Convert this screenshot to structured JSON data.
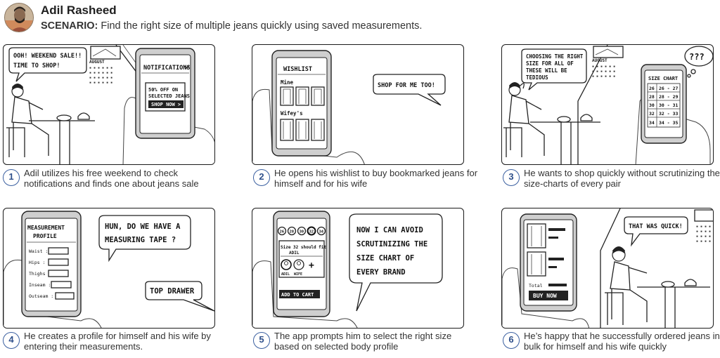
{
  "header": {
    "name": "Adil Rasheed",
    "scenario_label": "SCENARIO:",
    "scenario_text": "Find the right size of multiple jeans quickly using saved measurements."
  },
  "panels": [
    {
      "number": "1",
      "caption": "Adil utilizes his free weekend to check notifications and finds one about jeans sale",
      "bubble_line1": "OOH! WEEKEND SALE!!",
      "bubble_line2": "TIME TO SHOP!",
      "calendar_label": "AUGUST",
      "phone_title": "NOTIFICATIONS",
      "phone_msg1": "50% OFF ON",
      "phone_msg2": "SELECTED JEANS",
      "phone_button": "SHOP NOW >"
    },
    {
      "number": "2",
      "caption": "He opens his wishlist to buy bookmarked jeans for himself and for his wife",
      "phone_title": "WISHLIST",
      "section_mine": "Mine",
      "section_wife": "Wifey's",
      "bubble": "SHOP FOR ME TOO!"
    },
    {
      "number": "3",
      "caption": "He wants to shop quickly without scrutinizing the size-charts of every pair",
      "bubble_line1": "CHOOSING THE RIGHT",
      "bubble_line2": "SIZE FOR ALL OF",
      "bubble_line3": "THESE WILL BE",
      "bubble_line4": "TEDIOUS",
      "thought": "???",
      "calendar_label": "AUGUST",
      "chart_title": "SIZE CHART",
      "chart_rows": [
        [
          "26",
          "26 - 27"
        ],
        [
          "28",
          "28 - 29"
        ],
        [
          "30",
          "30 - 31"
        ],
        [
          "32",
          "32 - 33"
        ],
        [
          "34",
          "34 - 35"
        ]
      ]
    },
    {
      "number": "4",
      "caption": "He creates a profile for himself and his wife by entering their measurements.",
      "phone_title1": "MEASUREMENT",
      "phone_title2": "PROFILE",
      "fields": [
        "Waist :",
        "Hips :",
        "Thighs :",
        "Inseam :",
        "Outseam :"
      ],
      "bubble1_line1": "HUN, DO WE HAVE A",
      "bubble1_line2": "MEASURING TAPE ?",
      "bubble2": "TOP DRAWER"
    },
    {
      "number": "5",
      "caption": "The app prompts him to select the right size based on selected body profile",
      "sizes": [
        "26",
        "28",
        "30",
        "32",
        "34"
      ],
      "size_msg1": "Size 32 should fit",
      "size_msg2": "ADIL",
      "profile_adil": "ADIL",
      "profile_wife": "WIFE",
      "plus": "+",
      "add_to_cart": "ADD TO CART",
      "bubble_line1": "NOW I CAN AVOID",
      "bubble_line2": "SCRUTINIZING THE",
      "bubble_line3": "SIZE CHART OF",
      "bubble_line4": "EVERY BRAND"
    },
    {
      "number": "6",
      "caption": "He’s happy that he successfully ordered jeans in bulk for himself and his wife quickly",
      "total_label": "Total",
      "buy_now": "BUY NOW",
      "bubble": "THAT WAS QUICK!"
    }
  ]
}
